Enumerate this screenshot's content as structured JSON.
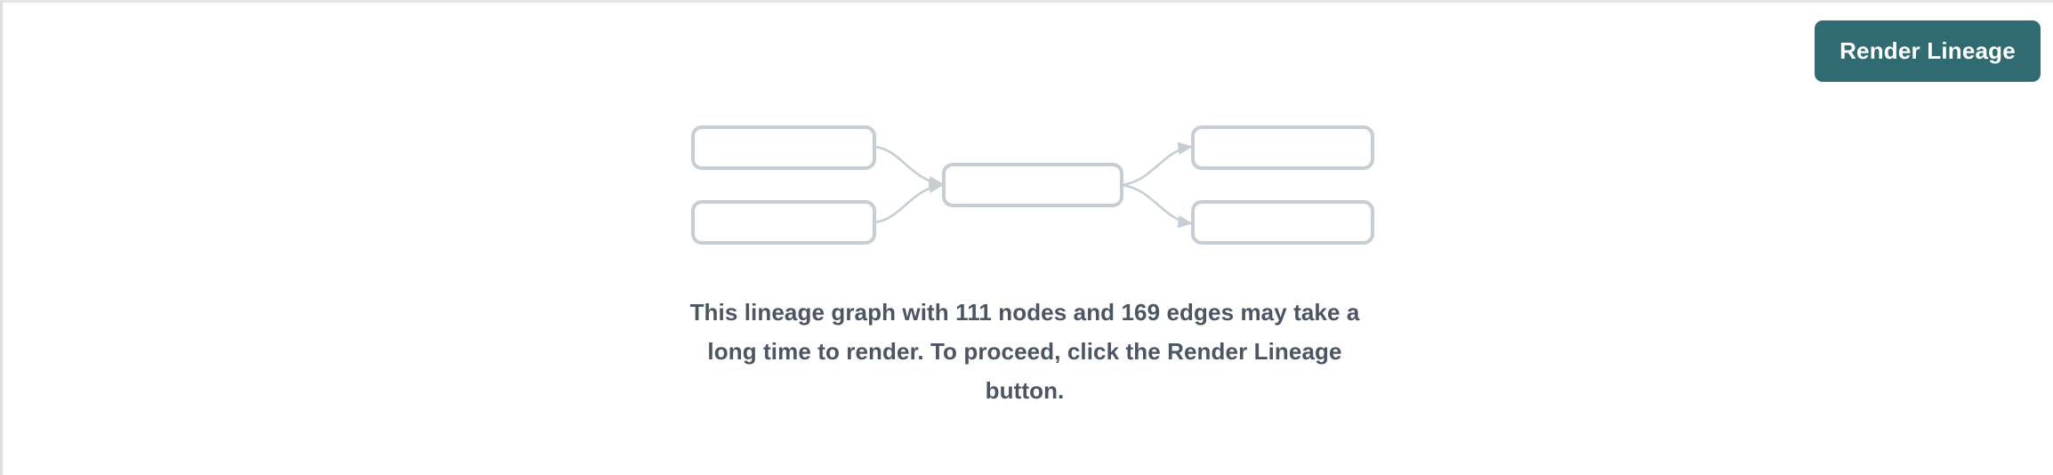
{
  "page": {
    "background_color": "#ffffff",
    "border_color": "#e2e4e8"
  },
  "toolbar": {
    "render_lineage_label": "Render Lineage",
    "render_lineage_color": "#2f6b71",
    "render_lineage_text_color": "#ffffff"
  },
  "placeholder": {
    "message": "This lineage graph with 111 nodes and 169 edges may take a long time to render. To proceed, click the Render Lineage button.",
    "message_color": "#4b5563",
    "node_border_color": "#c6cdd5",
    "edge_color": "#c6cdd5",
    "node_count": "111",
    "edge_count": "169",
    "nodes": [
      {
        "id": "upstream-1",
        "label": ""
      },
      {
        "id": "upstream-2",
        "label": ""
      },
      {
        "id": "center",
        "label": ""
      },
      {
        "id": "downstream-1",
        "label": ""
      },
      {
        "id": "downstream-2",
        "label": ""
      }
    ],
    "edges": [
      {
        "from": "upstream-1",
        "to": "center"
      },
      {
        "from": "upstream-2",
        "to": "center"
      },
      {
        "from": "center",
        "to": "downstream-1"
      },
      {
        "from": "center",
        "to": "downstream-2"
      }
    ]
  }
}
